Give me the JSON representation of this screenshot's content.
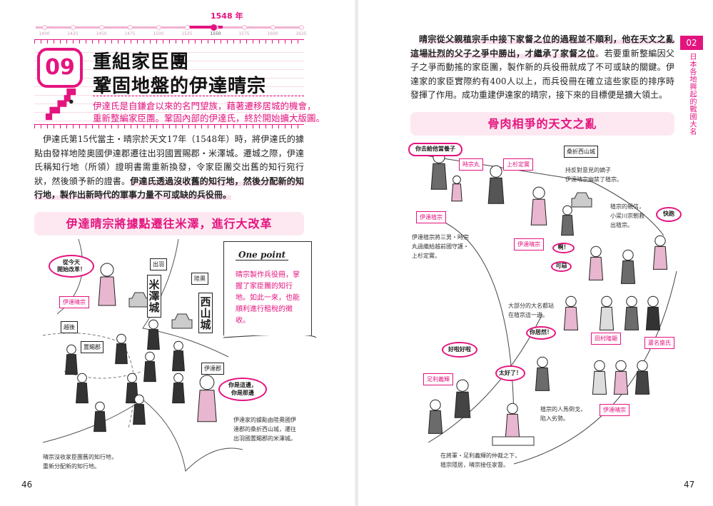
{
  "left_page": {
    "timeline": {
      "ticks": [
        "1400",
        "1425",
        "1450",
        "1475",
        "1500",
        "1525",
        "1550",
        "1575",
        "1600",
        "1625"
      ],
      "marker_label": "1548 年",
      "marker_year": 1548
    },
    "chapter_number": "09",
    "title_line1": "重組家臣團",
    "title_line2": "鞏固地盤的伊達晴宗",
    "subtitle_line1": "伊達氏是自鎌倉以來的名門望族，藉著遷移居城的機會，",
    "subtitle_line2": "重新整編家臣團。鞏固內部的伊達氏，終於開始擴大版圖。",
    "body_plain": "伊達氏第15代當主・晴宗於天文17年（1548年）時，將伊達氏的據點由發祥地陸奧國伊達郡遷往出羽國置賜郡・米澤城。遷城之際，伊達氏稱知行地（所領）證明書需重新換發，令家臣團交出舊的知行宛行狀，然後頒予新的證書。",
    "body_bold": "伊達氏透過沒收舊的知行地，然後分配新的知行地，製作出新時代的軍事力量不可或缺的兵役冊。",
    "section_title": "伊達晴宗將據點遷往米澤，進行大改革",
    "illustration": {
      "bubble_start": "從今天\n開始改革！",
      "label_harumune": "伊達晴宗",
      "region_echigo": "越後",
      "region_dewa": "出羽",
      "region_mutsu": "陸奧",
      "castle_yonezawa": "米澤城",
      "castle_nishiyama": "西山城",
      "district_okitama": "置賜郡",
      "district_date": "伊達郡",
      "bubble_assign": "你是這邊，\n你是那邊",
      "caption_move": "伊達家的據點由陸奧國伊\n達郡的桑折西山城，遷往\n出羽國置賜郡的米澤城。",
      "caption_confiscate": "晴宗沒收家臣團舊的知行地，\n重新分配新的知行地。"
    },
    "one_point": {
      "heading": "One point",
      "text": "晴宗製作兵役冊，掌握了家臣團的知行地。如此一來，也能順利進行租稅的徵收。"
    },
    "page_number": "46"
  },
  "right_page": {
    "body_bold": "晴宗從父親稙宗手中接下家督之位的過程並不順利，他在天文之亂這場壯烈的父子之爭中勝出，才繼承了家督之位",
    "body_plain": "。若要重新整編因父子之爭而動搖的家臣團，製作新的兵役冊就成了不可或缺的關鍵。伊達家的家臣實際約有400人以上，而兵役冊在確立這些家臣的排序時發揮了作用。成功重建伊達家的晴宗，接下來的目標便是擴大領土。",
    "section_title": "骨肉相爭的天文之亂",
    "side_tab": {
      "number": "02",
      "text": "日本各地興起的戰國大名"
    },
    "illustration": {
      "bubble_adopt": "你去給他當養子",
      "label_tokimunemaru": "時宗丸",
      "label_uesugi": "上杉定實",
      "label_castle": "桑折西山城",
      "caption_confine": "持反對意見的嫡子\n伊達晴宗幽禁了稙宗。",
      "label_tanemune": "伊達稙宗",
      "caption_adopt": "伊達稙宗將三男・時宗\n丸過繼給越前國守護・\n上杉定實。",
      "label_harumune_1": "伊達晴宗",
      "caption_rescue": "稙宗的親信，\n小梁川宗朝救\n出稙宗。",
      "bubble_run": "快跑",
      "bubble_ah": "啊！",
      "bubble_damn": "可惡",
      "caption_majority": "大部分的大名都站\n在稙宗這一邊。",
      "bubble_how_dare": "你居然！",
      "label_tamura": "田村隆顯",
      "label_ashina": "蘆名盛氏",
      "bubble_ok": "好啦好啦",
      "label_ashikaga": "足利義輝",
      "bubble_great": "太好了！",
      "caption_defect": "稙宗的人馬倒戈，\n陷入劣勢。",
      "label_harumune_2": "伊達晴宗",
      "caption_mediation": "在將軍・足利義輝的仲裁之下，\n稙宗隱居，晴宗接任家督。"
    },
    "page_number": "47"
  },
  "colors": {
    "accent": "#e4147f",
    "accent_light": "#fde8f1",
    "figure_pink": "#e8b6cf",
    "figure_gray": "#6b6b6b"
  }
}
